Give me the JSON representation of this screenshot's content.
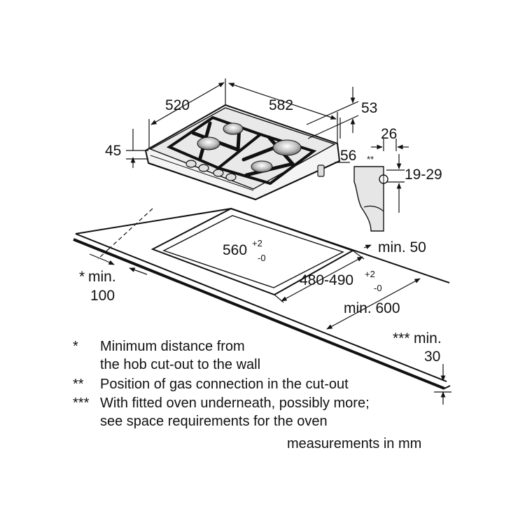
{
  "dimensions": {
    "depth": "520",
    "width": "582",
    "height_front": "45",
    "edge_right": "53",
    "gas_offset_x": "56",
    "gas_pipe_x": "26",
    "gas_pipe_marker": "**",
    "gas_pipe_height": "19-29",
    "min_back": "min. 50",
    "cutout_width": "560",
    "cutout_width_tol_plus": "+2",
    "cutout_width_tol_minus": "-0",
    "cutout_depth": "480-490",
    "cutout_depth_tol_plus": "+2",
    "cutout_depth_tol_minus": "-0",
    "min_depth_worktop": "min. 600",
    "wall_marker": "*",
    "min_wall_line1": "min.",
    "min_wall_line2": "100",
    "oven_marker": "***",
    "min_oven_line1": "min.",
    "min_oven_line2": "30"
  },
  "notes": [
    {
      "mark": "*",
      "lines": [
        "Minimum distance from",
        "the hob cut-out to the wall"
      ]
    },
    {
      "mark": "**",
      "lines": [
        "Position of gas connection in the cut-out"
      ]
    },
    {
      "mark": "***",
      "lines": [
        "With fitted oven underneath, possibly more;",
        "see space requirements for the oven"
      ]
    }
  ],
  "units_text": "measurements in mm"
}
